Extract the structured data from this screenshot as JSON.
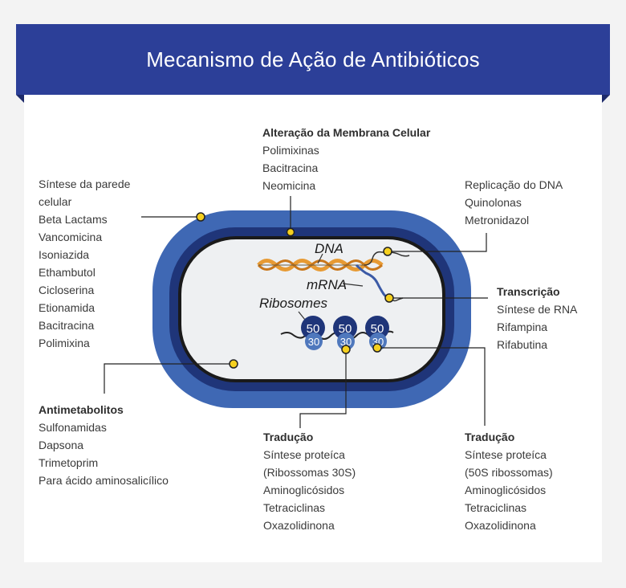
{
  "header": {
    "title": "Mecanismo de Ação de Antibióticos"
  },
  "colors": {
    "banner": "#2c3f98",
    "outer_wall": "#3f68b4",
    "inner_wall": "#1f3579",
    "cytoplasm": "#eef0f2",
    "dna": "#e79a33",
    "marker": "#f5d01f"
  },
  "cell_labels": {
    "dna": "DNA",
    "mrna": "mRNA",
    "ribosomes": "Ribosomes",
    "ribosome_large": "50",
    "ribosome_small": "30"
  },
  "groups": {
    "cell_wall": {
      "title_lines": [
        "Síntese da parede",
        "celular"
      ],
      "items": [
        "Beta Lactams",
        "Vancomicina",
        "Isoniazida",
        "Ethambutol",
        "Cicloserina",
        "Etionamida",
        "Bacitracina",
        "Polimixina"
      ]
    },
    "membrane": {
      "title": "Alteração da Membrana Celular",
      "items": [
        "Polimixinas",
        "Bacitracina",
        "Neomicina"
      ]
    },
    "dna_replication": {
      "title": "Replicação do DNA",
      "items": [
        "Quinolonas",
        "Metronidazol"
      ]
    },
    "transcription": {
      "title": "Transcrição",
      "items": [
        "Síntese de RNA",
        "Rifampina",
        "Rifabutina"
      ]
    },
    "antimetabolites": {
      "title": "Antimetabolitos",
      "items": [
        "Sulfonamidas",
        "Dapsona",
        "Trimetoprim",
        "Para ácido aminosalicílico"
      ]
    },
    "translation_30s": {
      "title": "Tradução",
      "items": [
        "Síntese proteíca",
        "(Ribossomas 30S)",
        "Aminoglicósidos",
        "Tetraciclinas",
        "Oxazolidinona"
      ]
    },
    "translation_50s": {
      "title": "Tradução",
      "items": [
        "Síntese proteíca",
        "(50S ribossomas)",
        "Aminoglicósidos",
        "Tetraciclinas",
        "Oxazolidinona"
      ]
    }
  }
}
